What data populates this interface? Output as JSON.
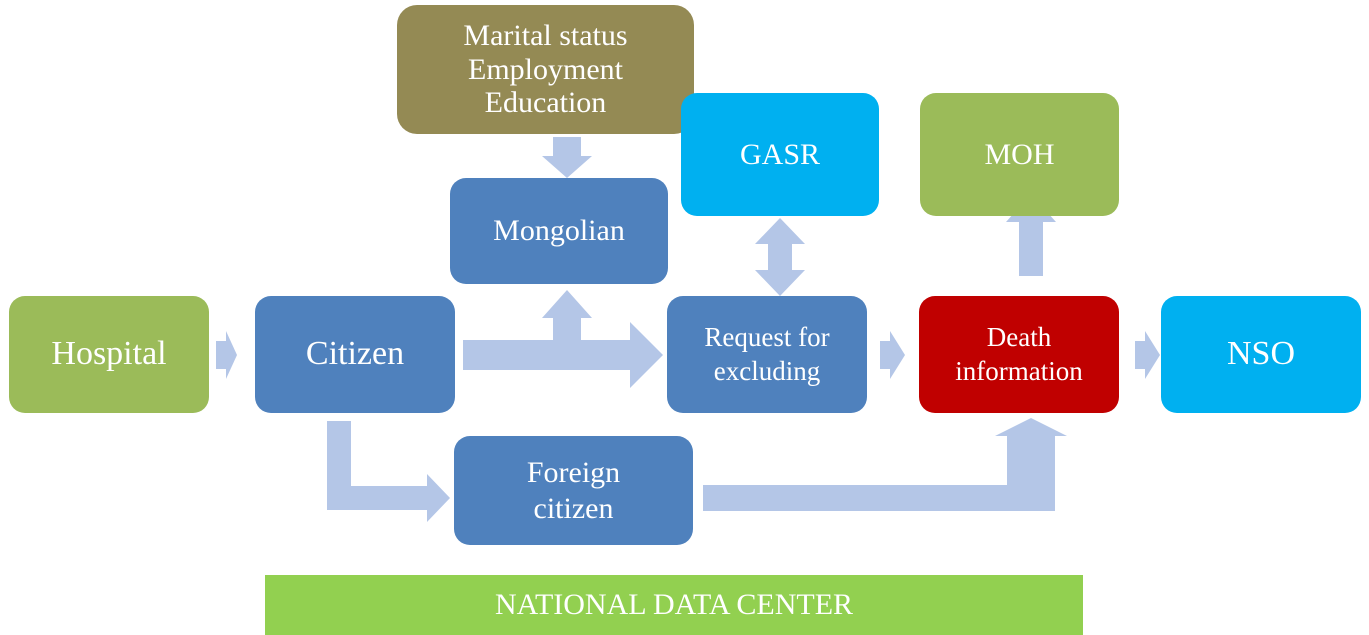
{
  "colors": {
    "green": "#9bbb59",
    "blue": "#4f81bd",
    "cyan": "#00b0f0",
    "olive": "#948a54",
    "red": "#c00000",
    "bright_green": "#92d050",
    "arrow": "#b4c6e7"
  },
  "nodes": {
    "hospital": {
      "lines": [
        "Hospital"
      ]
    },
    "citizen": {
      "lines": [
        "Citizen"
      ]
    },
    "marital": {
      "lines": [
        "Marital status",
        "Employment",
        "Education"
      ]
    },
    "mongolian": {
      "lines": [
        "Mongolian"
      ]
    },
    "request": {
      "lines": [
        "Request for",
        "excluding"
      ]
    },
    "gasr": {
      "lines": [
        "GASR"
      ]
    },
    "death": {
      "lines": [
        "Death",
        "information"
      ]
    },
    "moh": {
      "lines": [
        "MOH"
      ]
    },
    "nso": {
      "lines": [
        "NSO"
      ]
    },
    "foreign": {
      "lines": [
        "Foreign",
        "citizen"
      ]
    }
  },
  "footer": {
    "label": "NATIONAL DATA CENTER"
  }
}
